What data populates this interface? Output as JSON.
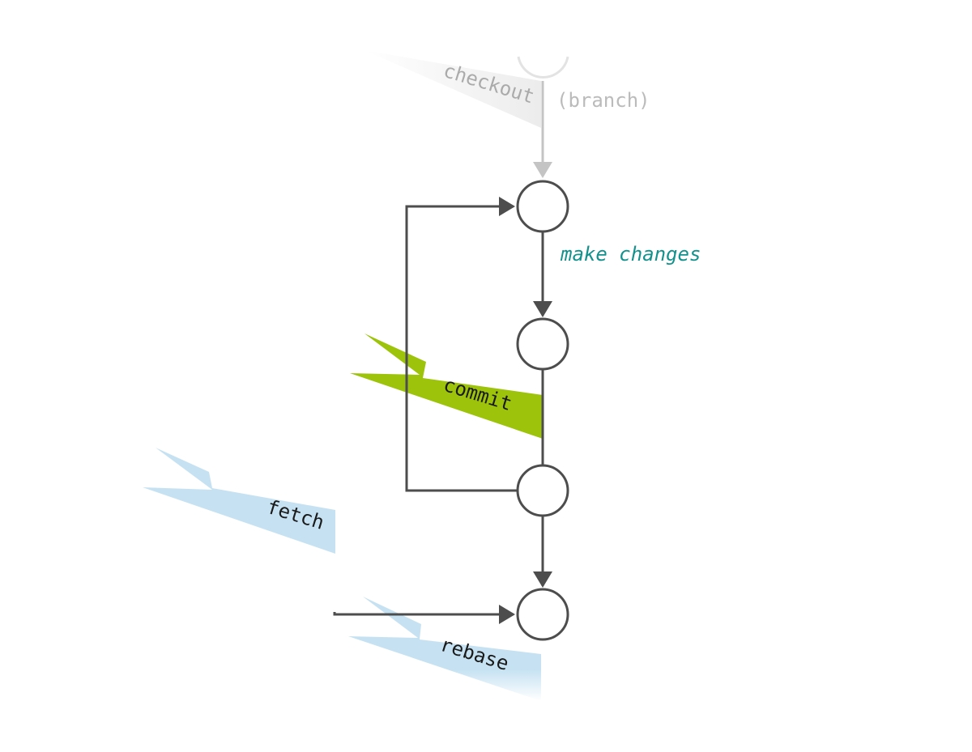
{
  "labels": {
    "checkout": "checkout",
    "branch": "(branch)",
    "make_changes": "make changes",
    "commit": "commit",
    "fetch": "fetch",
    "rebase": "rebase"
  },
  "colors": {
    "line": "#4d4d4d",
    "ghost_line": "#c4c4c4",
    "commit_flag": "#9dc30b",
    "fetch_flag": "#c6e2f2",
    "rebase_flag": "#c6e2f2",
    "checkout_flag": "#ececec",
    "teal_text": "#13918c"
  }
}
